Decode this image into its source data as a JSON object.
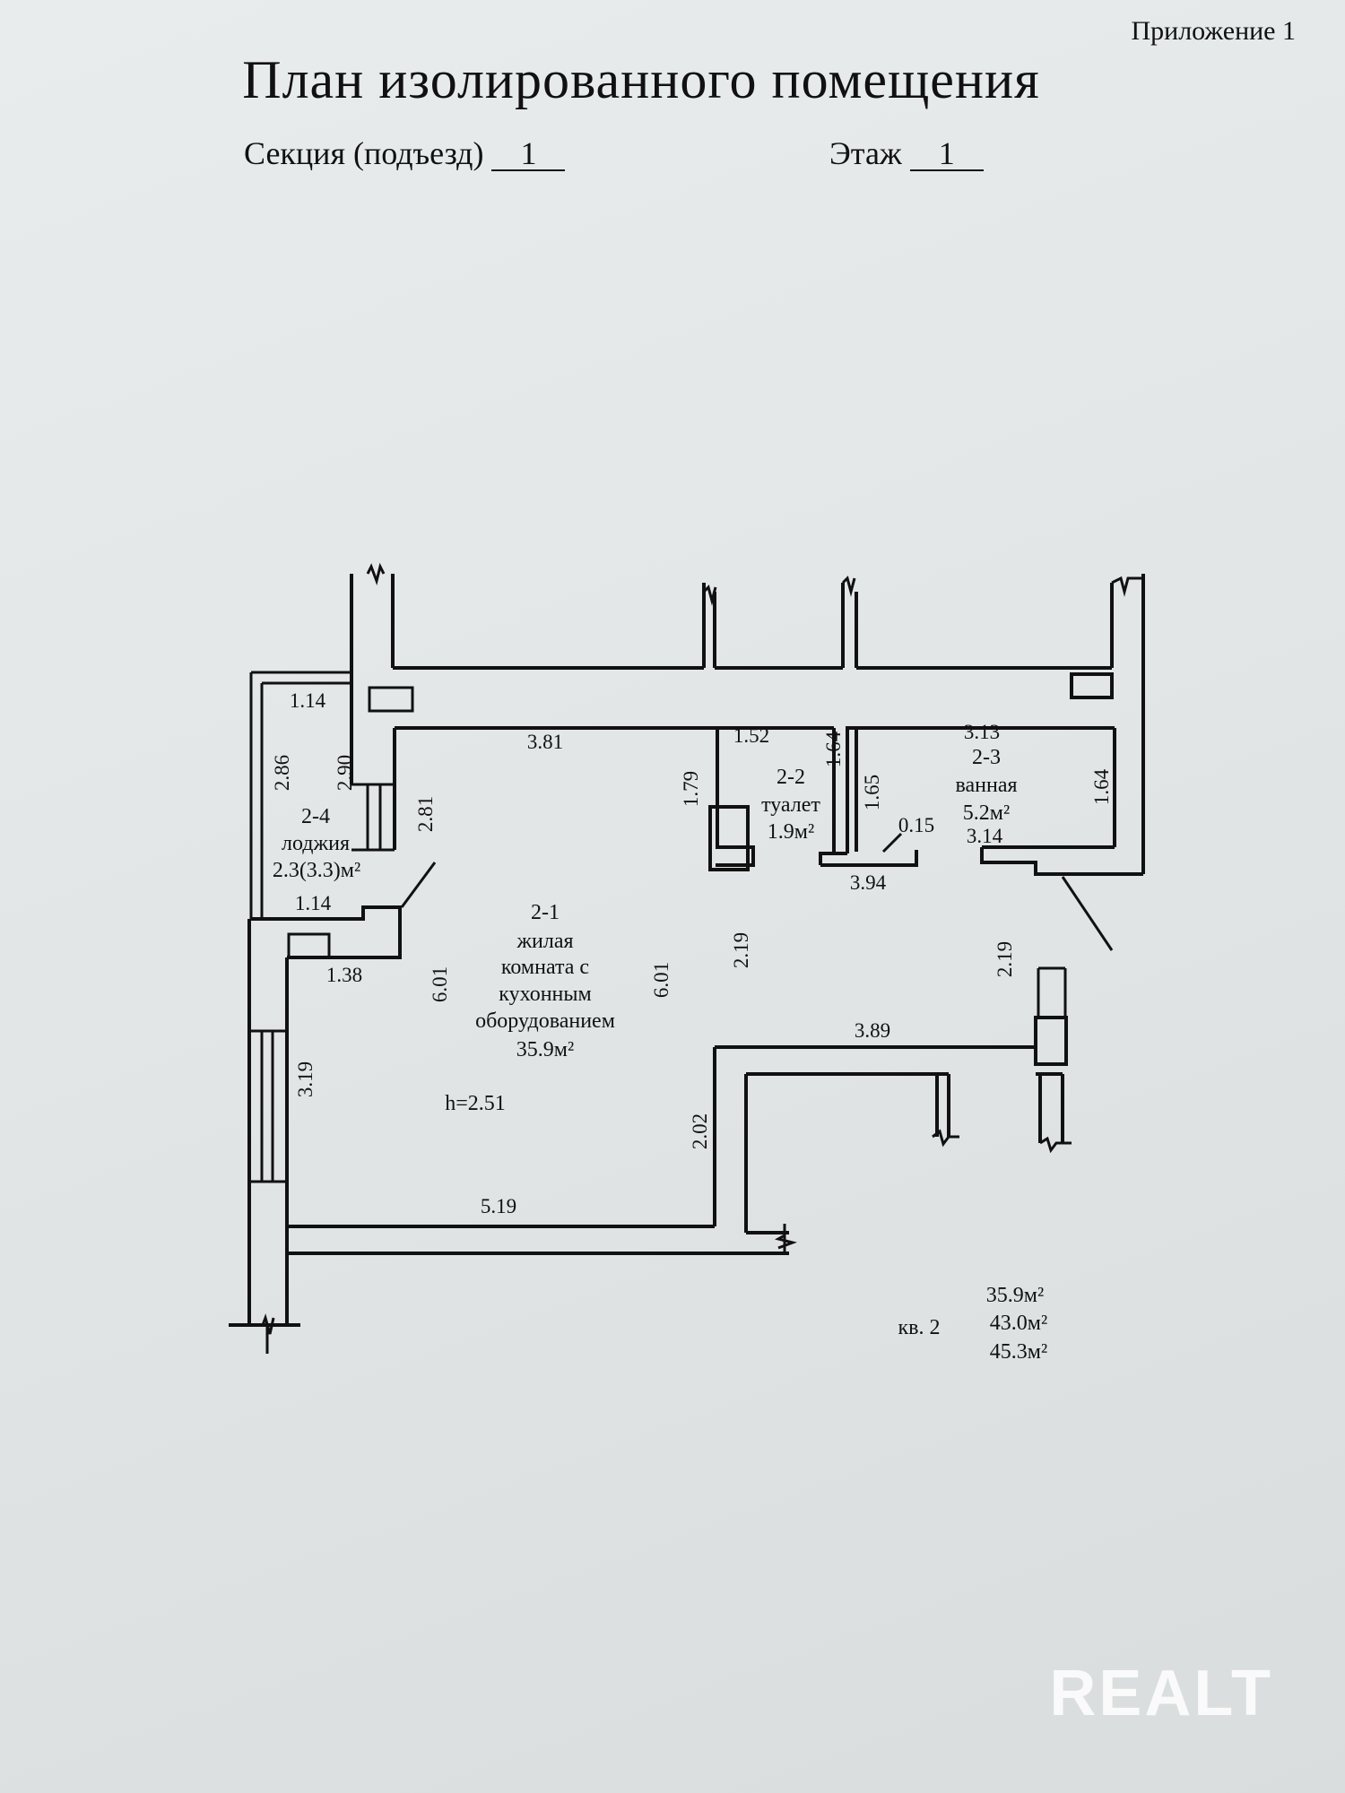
{
  "header": {
    "appendix": "Приложение 1",
    "title": "План изолированного помещения",
    "section_label": "Секция (подъезд)",
    "section_value": "1",
    "floor_label": "Этаж",
    "floor_value": "1"
  },
  "rooms": {
    "loggia": {
      "id": "2-4",
      "name": "лоджия",
      "area": "2.3(3.3)м²"
    },
    "living": {
      "id": "2-1",
      "name_line1": "жилая",
      "name_line2": "комната с",
      "name_line3": "кухонным",
      "name_line4": "оборудованием",
      "area": "35.9м²",
      "height": "h=2.51"
    },
    "toilet": {
      "id": "2-2",
      "name": "туалет",
      "area": "1.9м²"
    },
    "bath": {
      "id": "2-3",
      "name": "ванная",
      "area": "5.2м²"
    }
  },
  "dimensions": {
    "d_114_top": "1.14",
    "d_286": "2.86",
    "d_290": "2.90",
    "d_281": "2.81",
    "d_114_mid": "1.14",
    "d_138": "1.38",
    "d_601_left": "6.01",
    "d_601_right": "6.01",
    "d_319": "3.19",
    "d_381": "3.81",
    "d_179": "1.79",
    "d_152": "1.52",
    "d_164_toilet": "1.64",
    "d_165": "1.65",
    "d_015": "0.15",
    "d_394": "3.94",
    "d_313": "3.13",
    "d_314": "3.14",
    "d_164_bath": "1.64",
    "d_219_left": "2.19",
    "d_219_right": "2.19",
    "d_389": "3.89",
    "d_202": "2.02",
    "d_519": "5.19"
  },
  "totals": {
    "apartment": "кв. 2",
    "area_1": "35.9м²",
    "area_2": "43.0м²",
    "area_3": "45.3м²"
  },
  "watermark": "REALT"
}
